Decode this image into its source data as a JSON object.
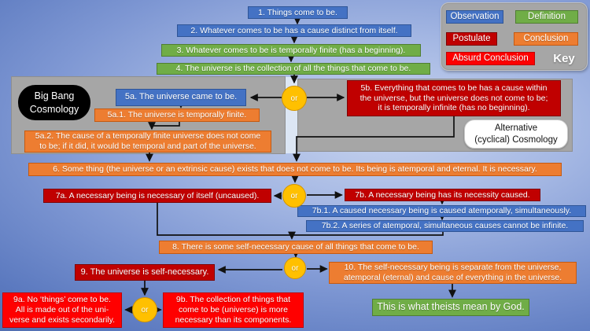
{
  "palette": {
    "observation": "#4472C4",
    "definition": "#70AD47",
    "postulate": "#C00000",
    "conclusion": "#ED7D31",
    "absurd": "#FF0000",
    "or_circle": "#FFC000",
    "panel_gray": "#A6A6A6",
    "connector": "#111111"
  },
  "or_label": "or",
  "key": {
    "title": "Key",
    "observation": "Observation",
    "definition": "Definition",
    "postulate": "Postulate",
    "conclusion": "Conclusion",
    "absurd_conclusion": "Absurd Conclusion"
  },
  "regions": {
    "big_bang": "Big Bang\nCosmology",
    "alternative": "Alternative\n(cyclical) Cosmology"
  },
  "nodes": {
    "n1": {
      "label": "1. Things come to be."
    },
    "n2": {
      "label": "2. Whatever comes to be has a cause distinct from itself."
    },
    "n3": {
      "label": "3. Whatever comes to be is temporally finite (has a beginning)."
    },
    "n4": {
      "label": "4. The universe is the collection of all the things that come to be."
    },
    "n5a": {
      "label": "5a. The universe came to be."
    },
    "n5a1": {
      "label": "5a.1. The universe is temporally finite."
    },
    "n5a2": {
      "label": "5a.2. The cause of a temporally finite universe does not come\nto be; if it did, it would be temporal and part of the universe."
    },
    "n5b": {
      "label": "5b. Everything that comes to be has a cause within\nthe universe, but the universe does not come to be;\nit is temporally infinite (has no beginning)."
    },
    "n6": {
      "label": "6. Some thing (the universe or an extrinsic cause) exists that does not come to be. Its being is atemporal and eternal. It is necessary."
    },
    "n7a": {
      "label": "7a. A necessary being is necessary of itself (uncaused)."
    },
    "n7b": {
      "label": "7b. A necessary being has its necessity caused."
    },
    "n7b1": {
      "label": "7b.1. A caused necessary being is caused atemporally, simultaneously."
    },
    "n7b2": {
      "label": "7b.2. A series of atemporal, simultaneous causes cannot be infinite."
    },
    "n8": {
      "label": "8. There is some self-necessary cause of all things that come to be."
    },
    "n9": {
      "label": "9. The universe is self-necessary."
    },
    "n10": {
      "label": "10. The self-necessary being is separate from the universe,\natemporal (eternal) and cause of everything in the universe."
    },
    "n9a": {
      "label": "9a. No ‘things’ come to be.\nAll is made out of the uni-\nverse and exists secondarily."
    },
    "n9b": {
      "label": "9b. The collection of things that\ncome to be (universe) is more\nnecessary than its components."
    },
    "ngod": {
      "label": "This is what theists mean by God."
    }
  }
}
